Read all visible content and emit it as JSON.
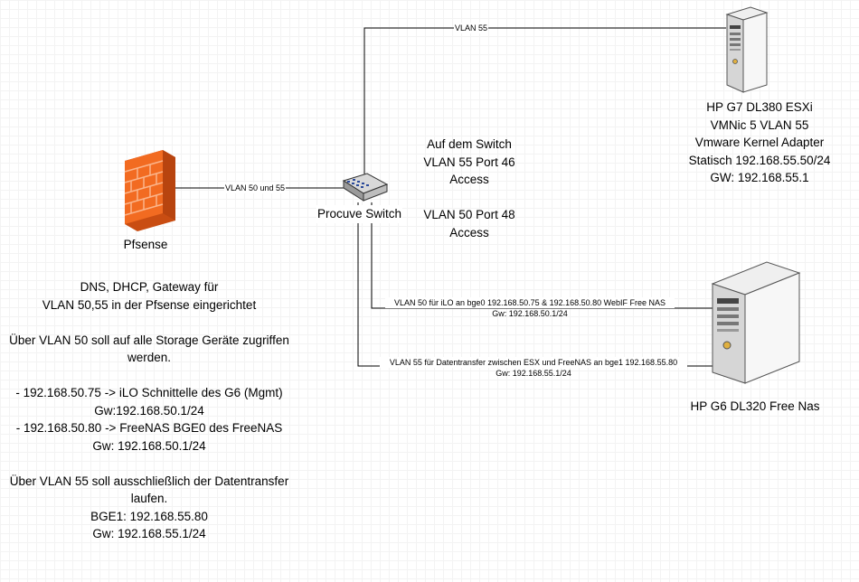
{
  "links": {
    "vlan55_top": "VLAN 55",
    "vlan50_55": "VLAN 50 und 55",
    "vlan50_ilo": {
      "line1": "VLAN 50 für iLO an bge0 192.168.50.75 & 192.168.50.80 WebIF Free NAS",
      "line2": "Gw: 192.168.50.1/24"
    },
    "vlan55_data": {
      "line1": "VLAN 55 für Datentransfer zwischen ESX und FreeNAS an bge1 192.168.55.80",
      "line2": "Gw: 192.168.55.1/24"
    }
  },
  "nodes": {
    "pfsense": {
      "label": "Pfsense",
      "icon": "firewall-icon",
      "color": "#f26b21"
    },
    "switch": {
      "label": "Procuve Switch",
      "icon": "switch-icon"
    },
    "esxi": {
      "lines": [
        "HP G7 DL380 ESXi",
        "VMNic 5 VLAN 55",
        "Vmware Kernel Adapter",
        "Statisch 192.168.55.50/24",
        "GW: 192.168.55.1"
      ],
      "icon": "server-icon"
    },
    "freenas": {
      "label": "HP G6 DL320 Free Nas",
      "icon": "server-icon"
    }
  },
  "switch_note": {
    "lines": [
      "Auf dem Switch",
      "VLAN 55 Port 46",
      "Access",
      "",
      "VLAN 50 Port 48",
      "Access"
    ]
  },
  "notes": {
    "lines": [
      "DNS, DHCP, Gateway für",
      "VLAN 50,55 in der Pfsense eingerichtet",
      "",
      "Über VLAN 50 soll auf alle Storage Geräte zugriffen",
      "werden.",
      "",
      "- 192.168.50.75 -> iLO Schnittelle des G6 (Mgmt)",
      "Gw:192.168.50.1/24",
      "- 192.168.50.80 -> FreeNAS BGE0 des FreeNAS",
      "Gw: 192.168.50.1/24",
      "",
      "Über VLAN 55 soll ausschließlich der Datentransfer",
      "laufen.",
      "BGE1: 192.168.55.80",
      "Gw: 192.168.55.1/24"
    ]
  }
}
